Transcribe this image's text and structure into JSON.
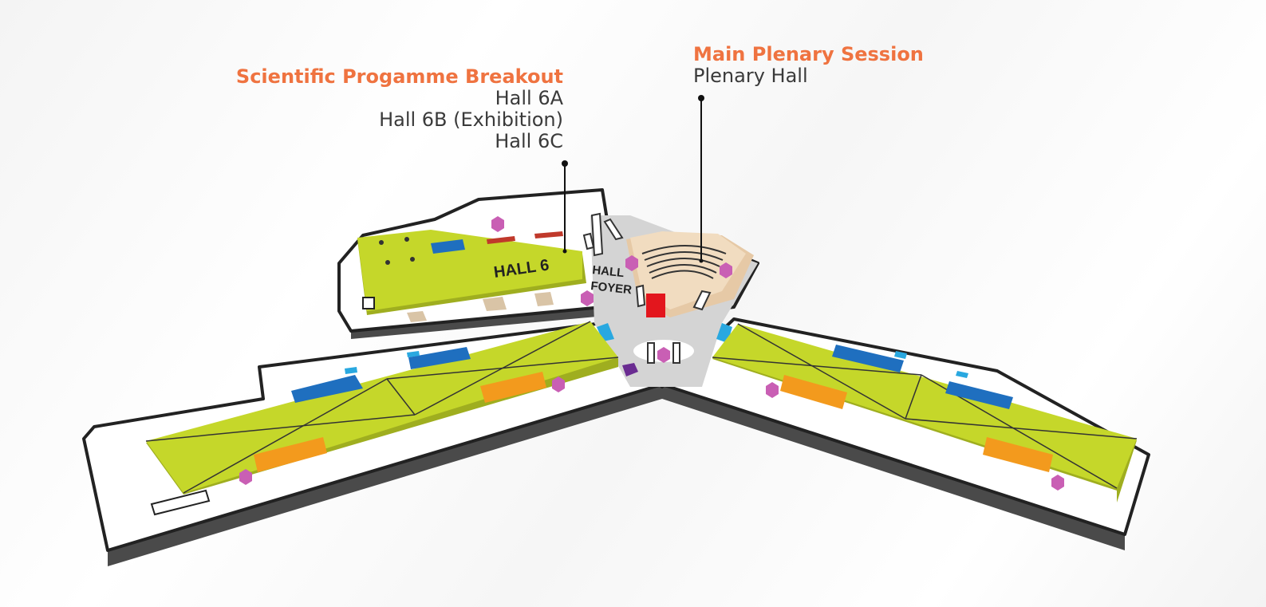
{
  "callouts": {
    "breakout": {
      "title": "Scientific Progamme Breakout",
      "lines": [
        "Hall 6A",
        "Hall 6B (Exhibition)",
        "Hall 6C"
      ]
    },
    "plenary": {
      "title": "Main Plenary Session",
      "lines": [
        "Plenary Hall"
      ]
    }
  },
  "map_labels": {
    "hall6": "HALL 6",
    "foyer_line1": "HALL",
    "foyer_line2": "FOYER"
  },
  "colors": {
    "accent": "#ef7340",
    "hall_green": "#c5d72a",
    "marker": "#c95fb4",
    "booth_orange": "#f39a1d",
    "booth_blue": "#1f6fbf",
    "foyer_grey": "#d4d4d4",
    "plenary_beige": "#f1dcc0",
    "stage_red": "#e3161d"
  }
}
